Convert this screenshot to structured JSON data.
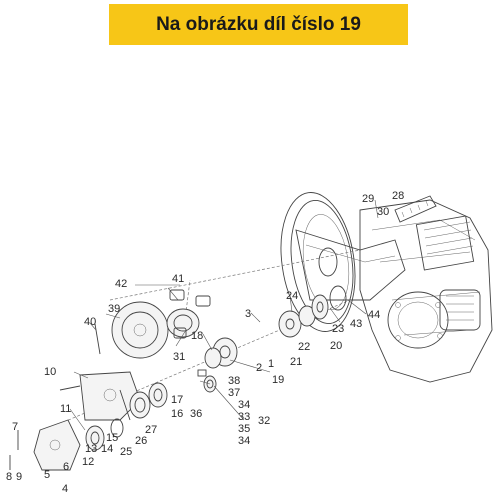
{
  "banner": {
    "text": "Na obrázku díl číslo 19",
    "color": "#f7c617"
  },
  "diagram": {
    "labels": [
      "1",
      "2",
      "3",
      "4",
      "5",
      "6",
      "7",
      "8",
      "9",
      "10",
      "11",
      "12",
      "13",
      "14",
      "15",
      "16",
      "17",
      "18",
      "19",
      "20",
      "21",
      "22",
      "23",
      "24",
      "25",
      "26",
      "27",
      "28",
      "29",
      "30",
      "31",
      "32",
      "33",
      "34",
      "35",
      "36",
      "37",
      "38",
      "39",
      "40",
      "41",
      "42",
      "43",
      "44"
    ],
    "highlighted_part": "19"
  }
}
